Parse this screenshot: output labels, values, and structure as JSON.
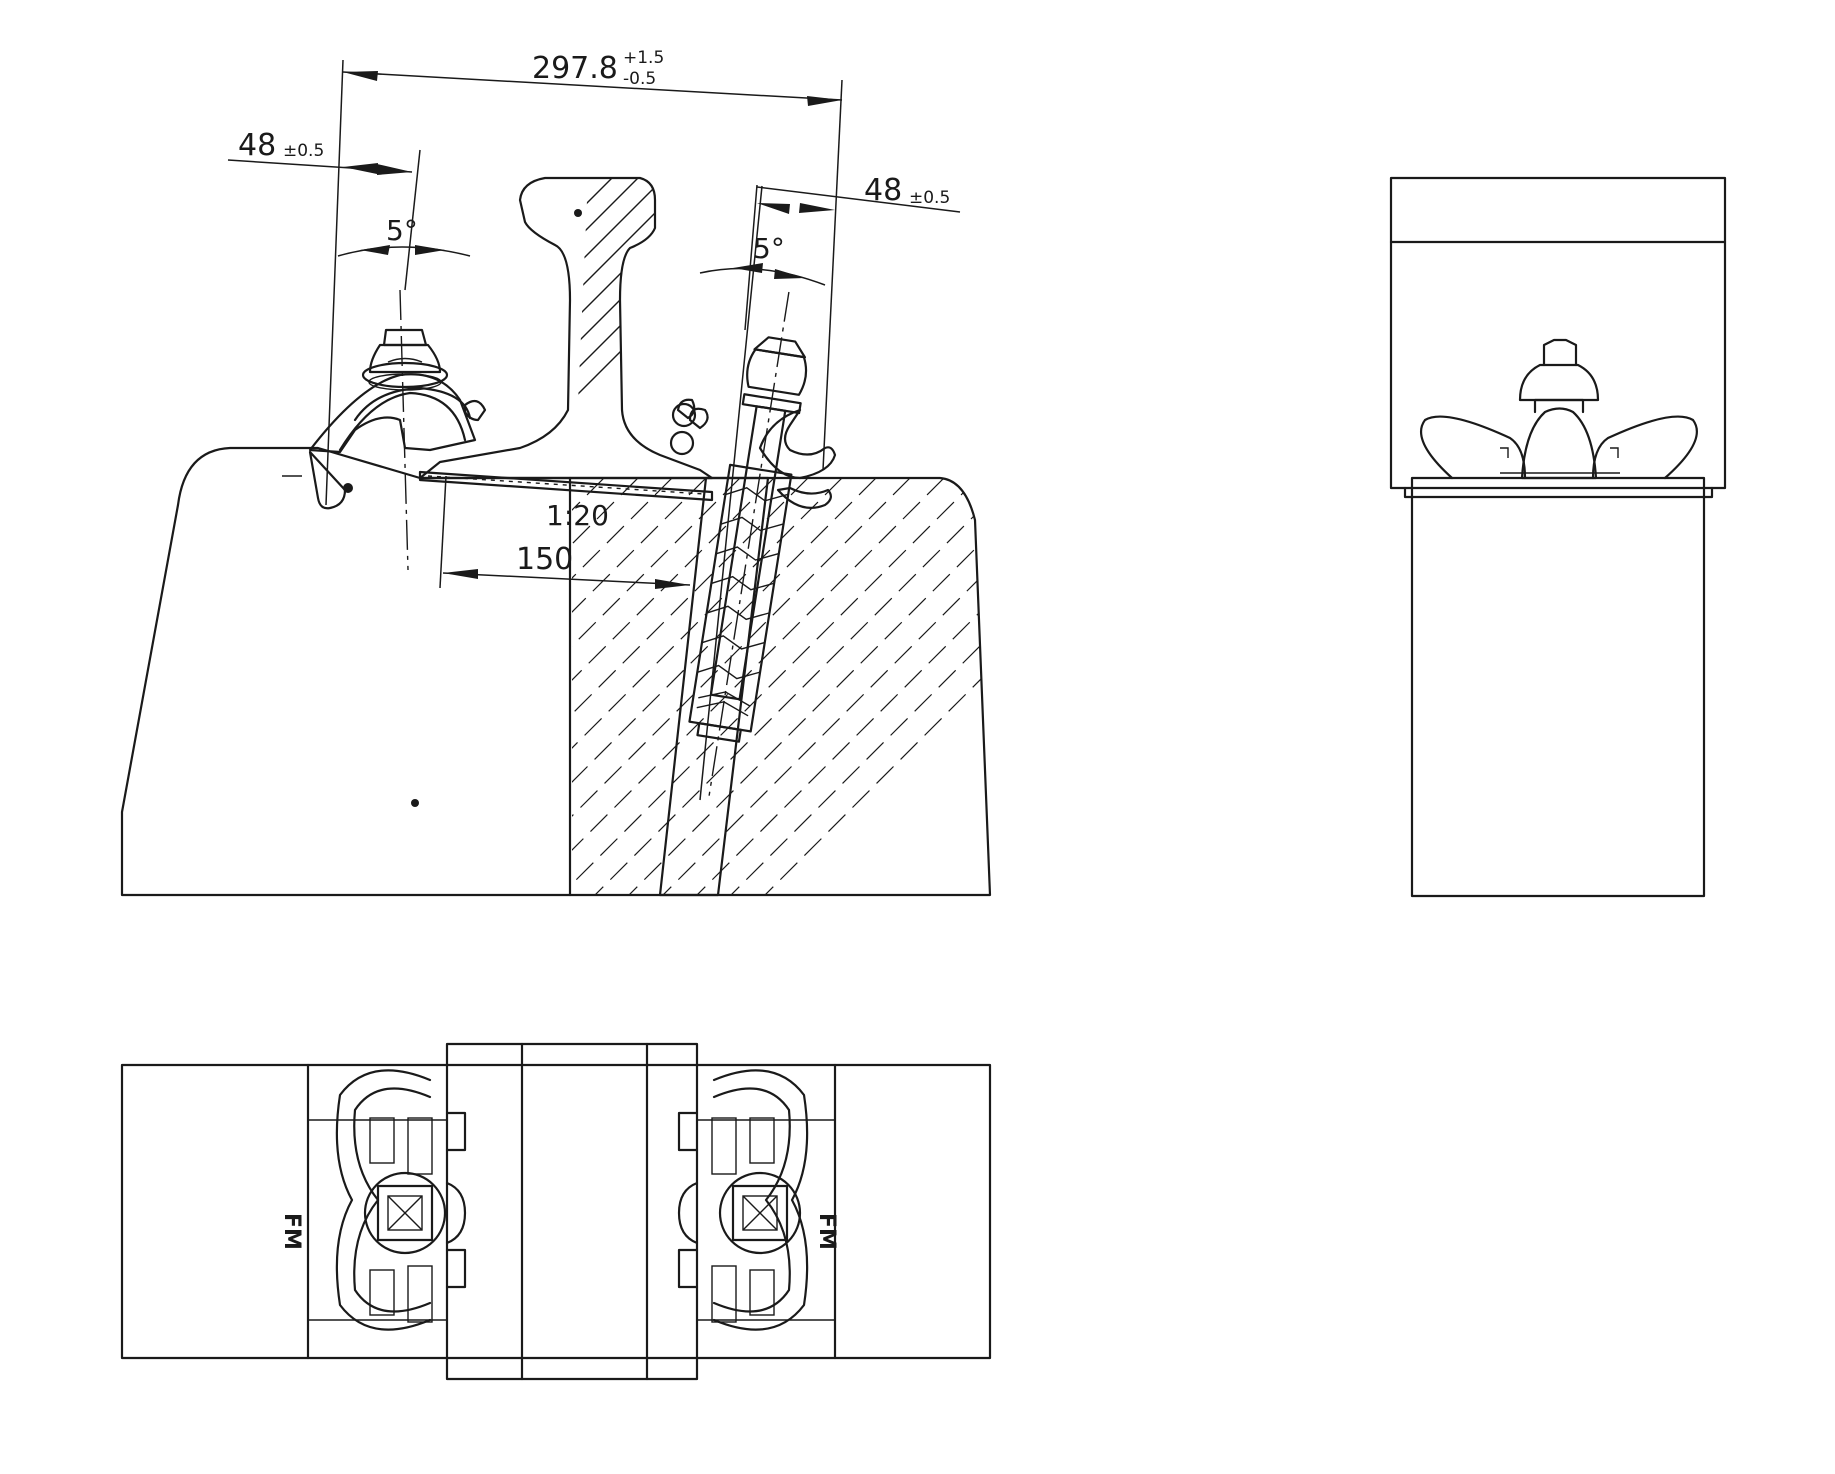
{
  "dimensions": {
    "overall": {
      "value": "297.8",
      "tol_upper": "+1.5",
      "tol_lower": "-0.5"
    },
    "left_offset": {
      "value": "48",
      "tol": "±0.5"
    },
    "right_offset": {
      "value": "48",
      "tol": "±0.5"
    },
    "left_angle": "5°",
    "right_angle": "5°",
    "rail_cant": "1:20",
    "dowel_distance": "150"
  },
  "plan_view_markings": {
    "left_pad": "FM",
    "right_pad": "FM"
  },
  "colors": {
    "line": "#1a1a1a",
    "background": "#ffffff"
  }
}
